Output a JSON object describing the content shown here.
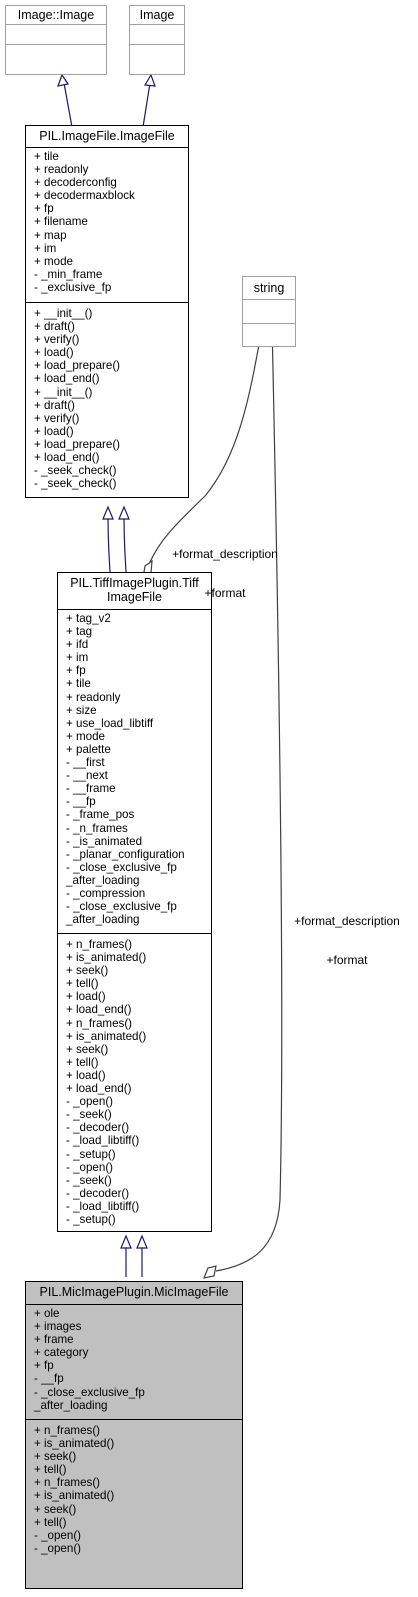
{
  "classes": {
    "image_image": {
      "name": "Image::Image",
      "attributes": [],
      "methods": []
    },
    "image": {
      "name": "Image",
      "attributes": [],
      "methods": []
    },
    "imagefile": {
      "name": "PIL.ImageFile.ImageFile",
      "attributes": [
        "+ tile",
        "+ readonly",
        "+ decoderconfig",
        "+ decodermaxblock",
        "+ fp",
        "+ filename",
        "+ map",
        "+ im",
        "+ mode",
        "- _min_frame",
        "- _exclusive_fp"
      ],
      "methods": [
        "+ __init__()",
        "+ draft()",
        "+ verify()",
        "+ load()",
        "+ load_prepare()",
        "+ load_end()",
        "+ __init__()",
        "+ draft()",
        "+ verify()",
        "+ load()",
        "+ load_prepare()",
        "+ load_end()",
        "- _seek_check()",
        "- _seek_check()"
      ]
    },
    "string": {
      "name": "string",
      "attributes": [],
      "methods": []
    },
    "tiffimagefile": {
      "name_lines": [
        "PIL.TiffImagePlugin.Tiff",
        "ImageFile"
      ],
      "attributes": [
        "+ tag_v2",
        "+ tag",
        "+ ifd",
        "+ im",
        "+ fp",
        "+ tile",
        "+ readonly",
        "+ size",
        "+ use_load_libtiff",
        "+ mode",
        "+ palette",
        "- __first",
        "- __next",
        "- __frame",
        "- __fp",
        "- _frame_pos",
        "- _n_frames",
        "- _is_animated",
        "- _planar_configuration",
        "- _close_exclusive_fp",
        "_after_loading",
        "- _compression",
        "- _close_exclusive_fp",
        "_after_loading"
      ],
      "methods": [
        "+ n_frames()",
        "+ is_animated()",
        "+ seek()",
        "+ tell()",
        "+ load()",
        "+ load_end()",
        "+ n_frames()",
        "+ is_animated()",
        "+ seek()",
        "+ tell()",
        "+ load()",
        "+ load_end()",
        "- _open()",
        "- _seek()",
        "- _decoder()",
        "- _load_libtiff()",
        "- _setup()",
        "- _open()",
        "- _seek()",
        "- _decoder()",
        "- _load_libtiff()",
        "- _setup()"
      ]
    },
    "micimagefile": {
      "name": "PIL.MicImagePlugin.MicImageFile",
      "attributes": [
        "+ ole",
        "+ images",
        "+ frame",
        "+ category",
        "+ fp",
        "- __fp",
        "- _close_exclusive_fp",
        "_after_loading"
      ],
      "methods": [
        "+ n_frames()",
        "+ is_animated()",
        "+ seek()",
        "+ tell()",
        "+ n_frames()",
        "+ is_animated()",
        "+ seek()",
        "+ tell()",
        "- _open()",
        "- _open()"
      ]
    }
  },
  "edge_labels": {
    "string_to_tiff": [
      "+format_description",
      "+format"
    ],
    "string_to_mic": [
      "+format_description",
      "+format"
    ]
  },
  "colors": {
    "inheritance_edge": "#191970",
    "association_edge": "#404040",
    "focus_class_fill": "#c0c0c0",
    "external_class_border": "#a0a0a0"
  }
}
